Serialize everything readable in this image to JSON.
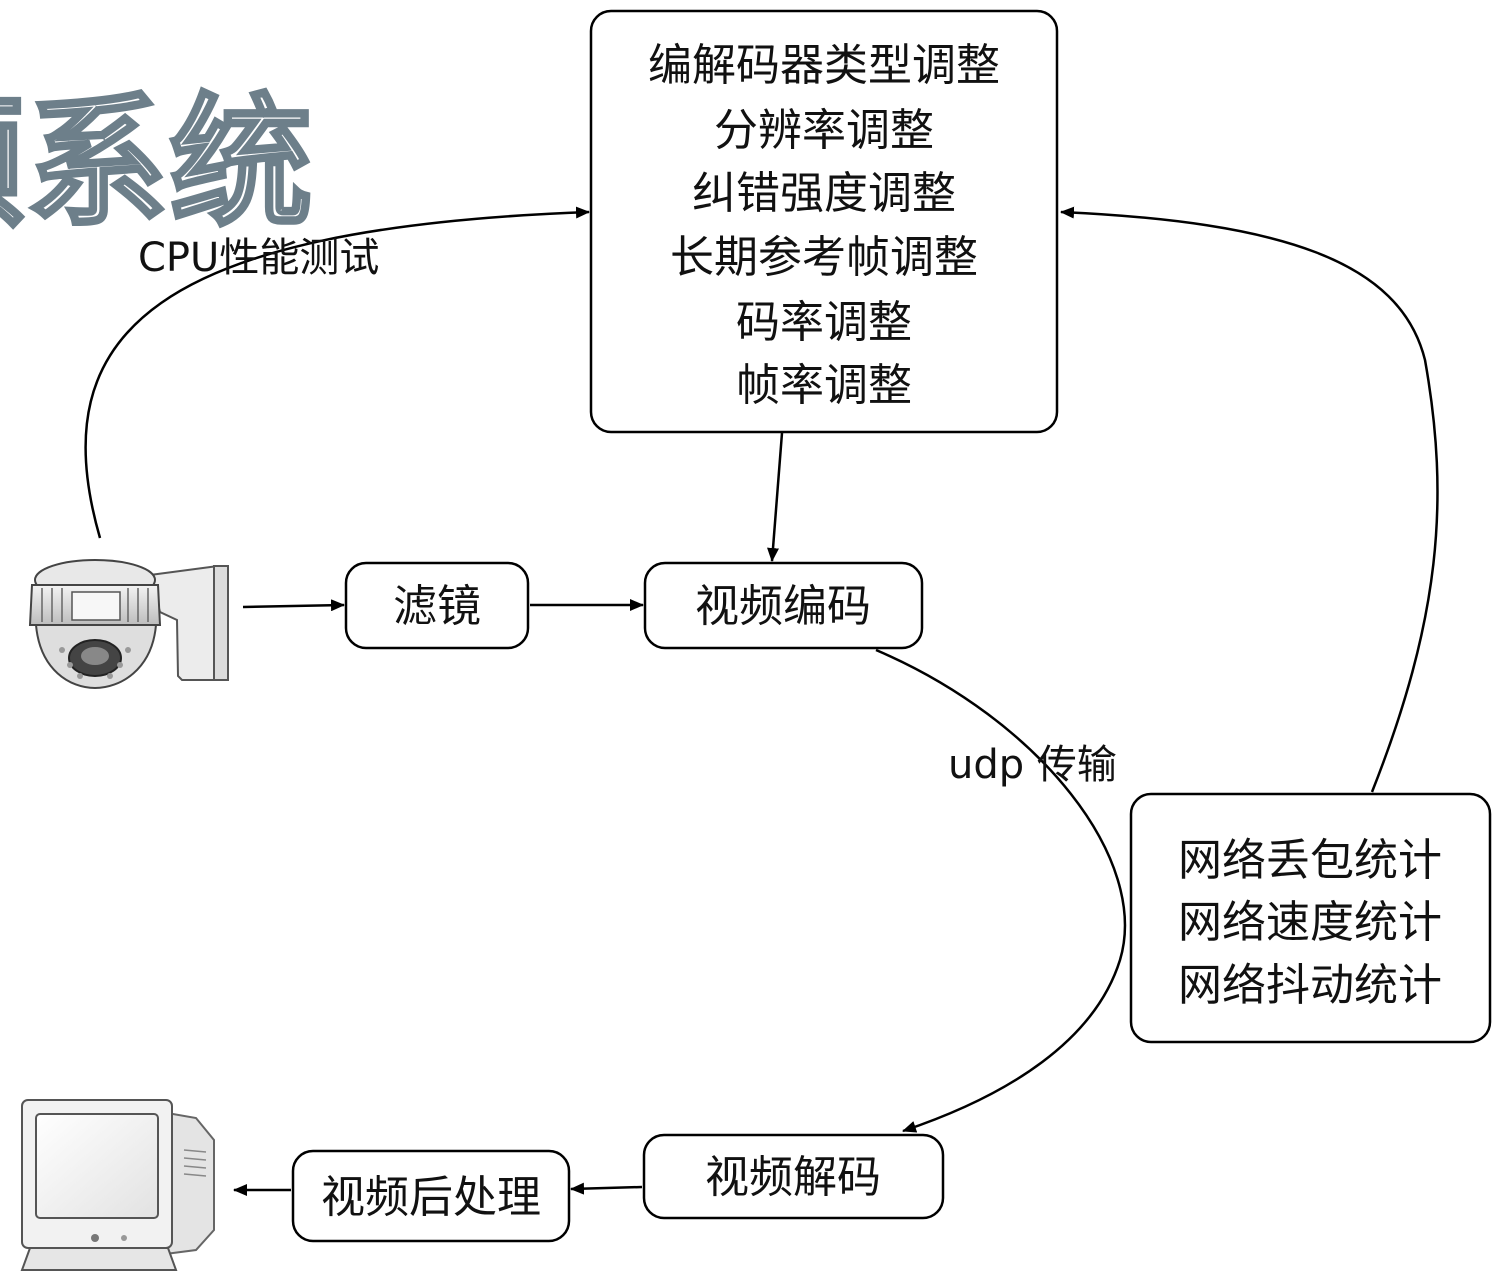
{
  "title": {
    "text": "频系统"
  },
  "nodes": {
    "control_box": {
      "lines": [
        "编解码器类型调整",
        "分辨率调整",
        "纠错强度调整",
        "长期参考帧调整",
        "码率调整",
        "帧率调整"
      ]
    },
    "filter": {
      "label": "滤镜"
    },
    "video_encode": {
      "label": "视频编码"
    },
    "stats_box": {
      "lines": [
        "网络丢包统计",
        "网络速度统计",
        "网络抖动统计"
      ]
    },
    "video_decode": {
      "label": "视频解码"
    },
    "post_process": {
      "label": "视频后处理"
    }
  },
  "edges": {
    "cpu_test": {
      "label": "CPU性能测试"
    },
    "udp_transfer": {
      "label": "udp 传输"
    }
  },
  "icons": {
    "camera": "camera-icon",
    "monitor": "monitor-icon"
  }
}
